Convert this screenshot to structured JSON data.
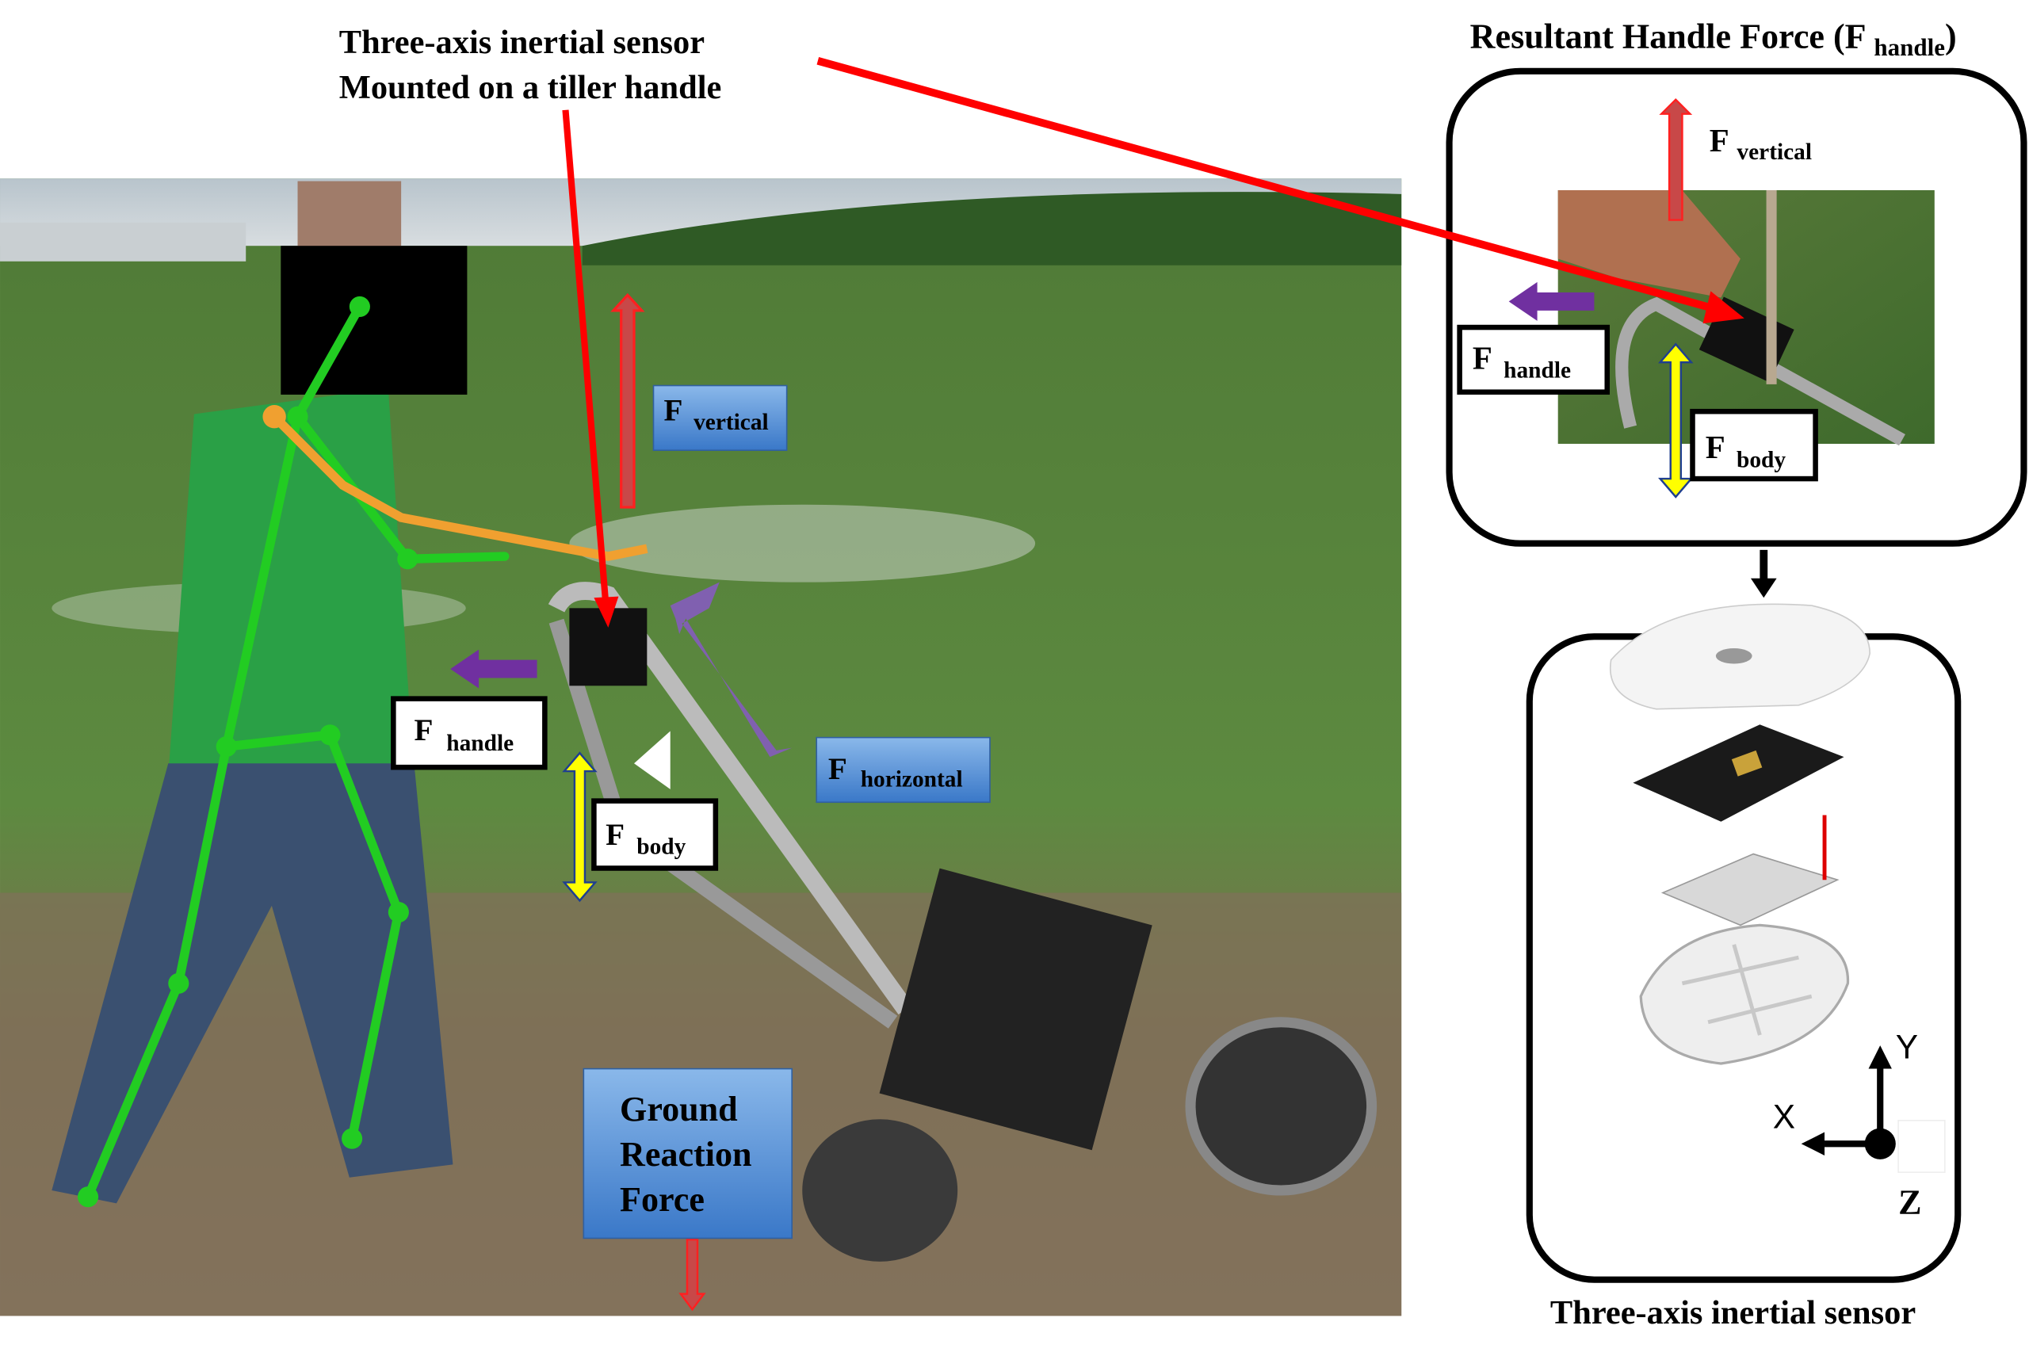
{
  "callout": {
    "line1": "Three-axis inertial sensor",
    "line2": "Mounted on a tiller handle"
  },
  "photo_labels": {
    "f_vertical": {
      "main": "F",
      "sub": "vertical"
    },
    "f_handle": {
      "main": "F",
      "sub": "handle"
    },
    "f_body": {
      "main": "F",
      "sub": "body"
    },
    "f_horizontal": {
      "main": "F",
      "sub": "horizontal"
    },
    "ground": {
      "line1": "Ground",
      "line2": "Reaction",
      "line3": "Force"
    }
  },
  "resultant": {
    "title_prefix": "Resultant Handle Force (F",
    "title_sub": "handle",
    "title_suffix": ")",
    "f_vertical": {
      "main": "F",
      "sub": "vertical"
    },
    "f_handle": {
      "main": "F",
      "sub": "handle"
    },
    "f_body": {
      "main": "F",
      "sub": "body"
    }
  },
  "sensor": {
    "caption": "Three-axis inertial sensor",
    "axes": {
      "x": "X",
      "y": "Y",
      "z": "Z"
    }
  },
  "colors": {
    "red": "#ff0000",
    "purple": "#7030a0",
    "yellow": "#ffff00",
    "blue_box": "#5b9bd5",
    "skeleton": "#22cc22"
  }
}
